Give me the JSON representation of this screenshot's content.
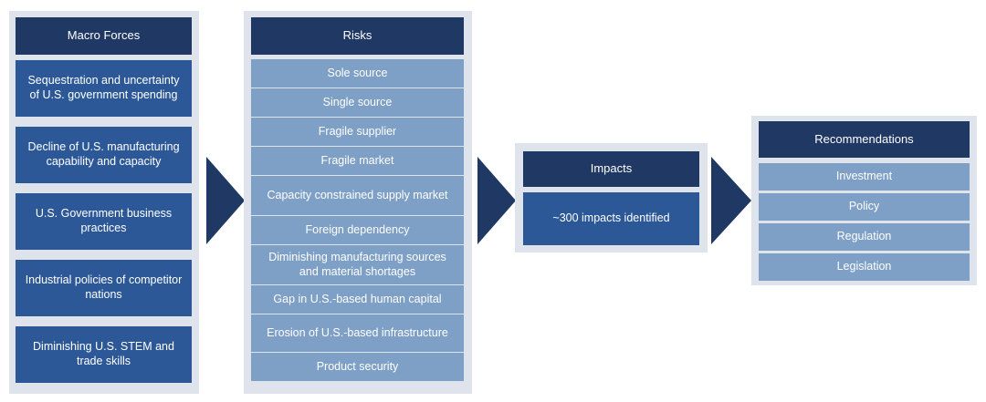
{
  "colors": {
    "header": "#1f3864",
    "dark_item": "#2c5897",
    "light_item": "#7e9fc6",
    "panel": "#dfe4ec",
    "arrow": "#1f3864"
  },
  "macro_forces": {
    "title": "Macro Forces",
    "items": [
      "Sequestration and uncertainty of U.S. government spending",
      "Decline of U.S. manufacturing capability and capacity",
      "U.S. Government business practices",
      "Industrial policies of competitor nations",
      "Diminishing U.S. STEM and trade skills"
    ]
  },
  "risks": {
    "title": "Risks",
    "items": [
      "Sole source",
      "Single source",
      "Fragile supplier",
      "Fragile market",
      "Capacity constrained supply market",
      "Foreign dependency",
      "Diminishing manufacturing sources and material shortages",
      "Gap in U.S.-based human capital",
      "Erosion of U.S.-based infrastructure",
      "Product security"
    ]
  },
  "impacts": {
    "title": "Impacts",
    "items": [
      "~300 impacts identified"
    ]
  },
  "recommendations": {
    "title": "Recommendations",
    "items": [
      "Investment",
      "Policy",
      "Regulation",
      "Legislation"
    ]
  },
  "arrow_icon": "right-arrow-icon"
}
